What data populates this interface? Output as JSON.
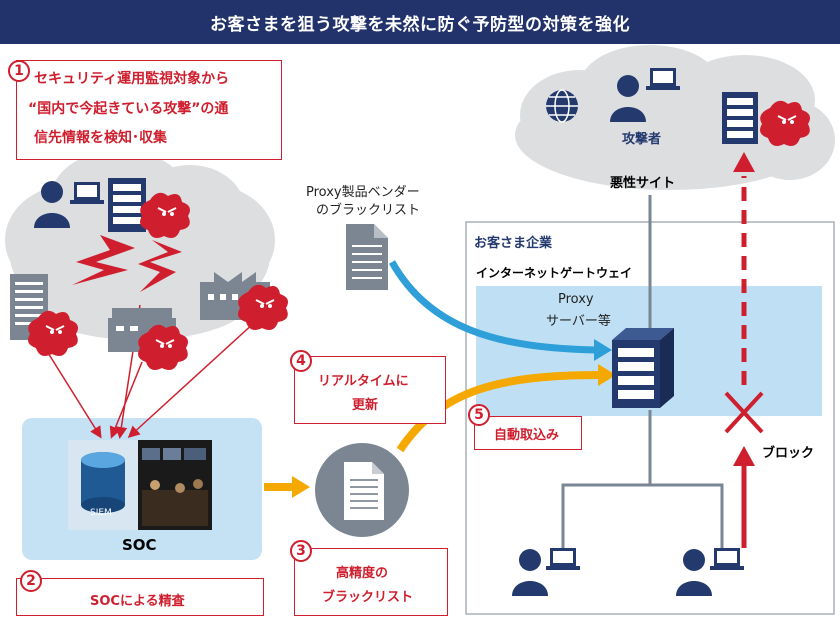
{
  "header": {
    "title": "お客さまを狙う攻撃を未然に防ぐ予防型の対策を強化"
  },
  "steps": [
    {
      "num": "1",
      "lines": [
        "セキュリティ運用監視対象から",
        "“国内で今起きている攻撃”の通",
        "信先情報を検知･収集"
      ]
    },
    {
      "num": "2",
      "lines": [
        "SOCによる精査"
      ]
    },
    {
      "num": "3",
      "lines": [
        "高精度の",
        "ブラックリスト"
      ]
    },
    {
      "num": "4",
      "lines": [
        "リアルタイムに",
        "更新"
      ]
    },
    {
      "num": "5",
      "lines": [
        "自動取込み"
      ]
    }
  ],
  "labels": {
    "soc": "SOC",
    "siem": "SIEM",
    "vendor_line1": "Proxy製品ベンダー",
    "vendor_line2": "のブラックリスト",
    "attacker": "攻撃者",
    "malicious_site": "悪性サイト",
    "customer_company": "お客さま企業",
    "gateway": "インターネットゲートウェイ",
    "proxy_line1": "Proxy",
    "proxy_line2": "サーバー等",
    "block": "ブロック"
  },
  "colors": {
    "header_bg": "#22336b",
    "accent_red": "#cf1f2e",
    "arrow_blue": "#2e9fd8",
    "arrow_orange": "#f5a800",
    "gateway_fill": "#bfe0f4",
    "soc_fill": "#c5e2f5",
    "icon_navy": "#243a6e",
    "cloud_gray": "#dcdee0"
  }
}
